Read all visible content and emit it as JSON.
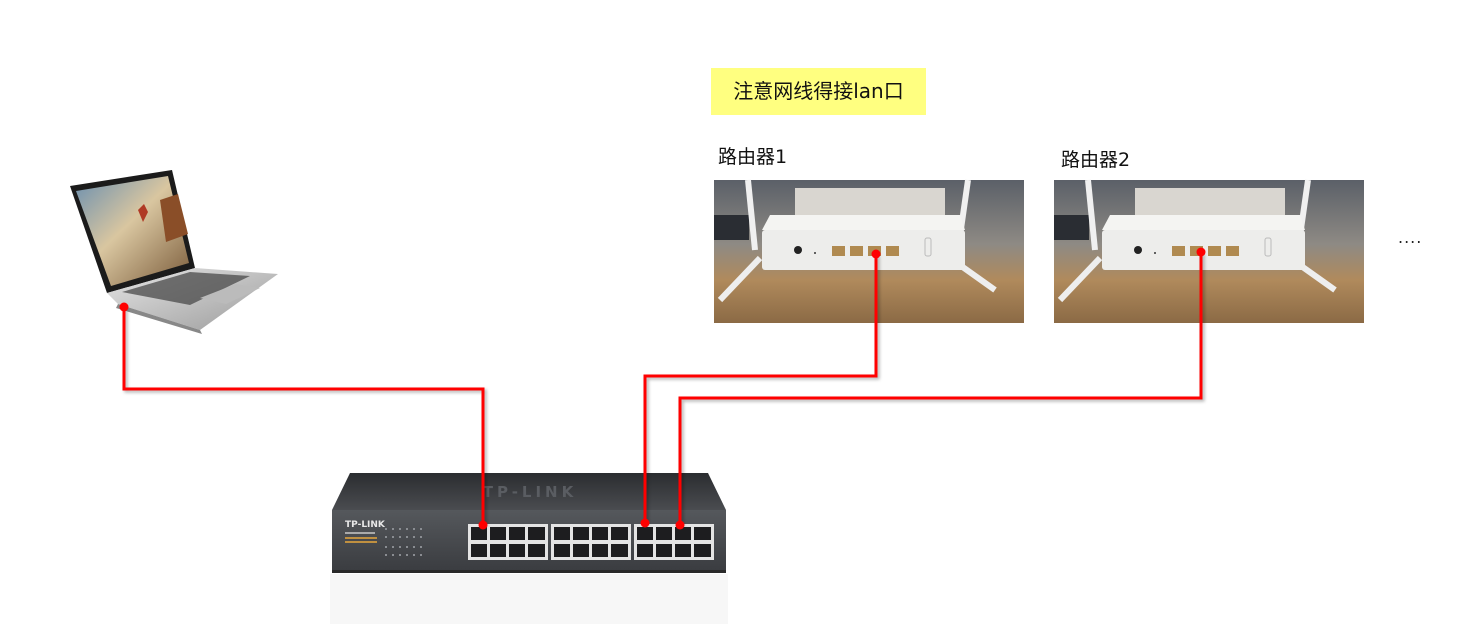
{
  "note": {
    "text": "注意网线得接lan口",
    "background": "#ffff80"
  },
  "routers": [
    {
      "label": "路由器1"
    },
    {
      "label": "路由器2"
    }
  ],
  "more_indicator": "....",
  "switch": {
    "brand": "TP-LINK",
    "ports": 24,
    "watermark": "TP-LINK"
  },
  "devices": {
    "laptop": "laptop",
    "switch": "switch",
    "router1": "router1",
    "router2": "router2"
  },
  "connections": [
    {
      "from": "laptop",
      "to": "switch-port-1",
      "color": "#ff0000"
    },
    {
      "from": "router1-lan",
      "to": "switch-port-17",
      "color": "#ff0000"
    },
    {
      "from": "router2-lan",
      "to": "switch-port-19",
      "color": "#ff0000"
    }
  ],
  "colors": {
    "cable": "#ff0000",
    "note_bg": "#ffff80"
  }
}
